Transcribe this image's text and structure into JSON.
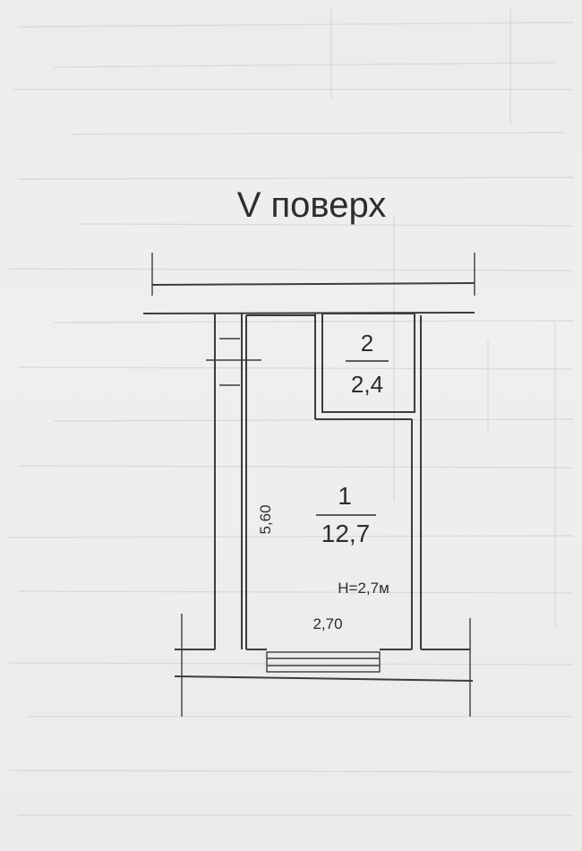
{
  "title": "V поверх",
  "rooms": [
    {
      "number": "1",
      "area": "12,7"
    },
    {
      "number": "2",
      "area": "2,4"
    }
  ],
  "dimensions": {
    "length": "5,60",
    "width": "2,70",
    "height": "H=2,7м"
  },
  "colors": {
    "paper": "#eeeeec",
    "ink": "#3c3c3c",
    "faint_ink": "#d8d8d6"
  }
}
